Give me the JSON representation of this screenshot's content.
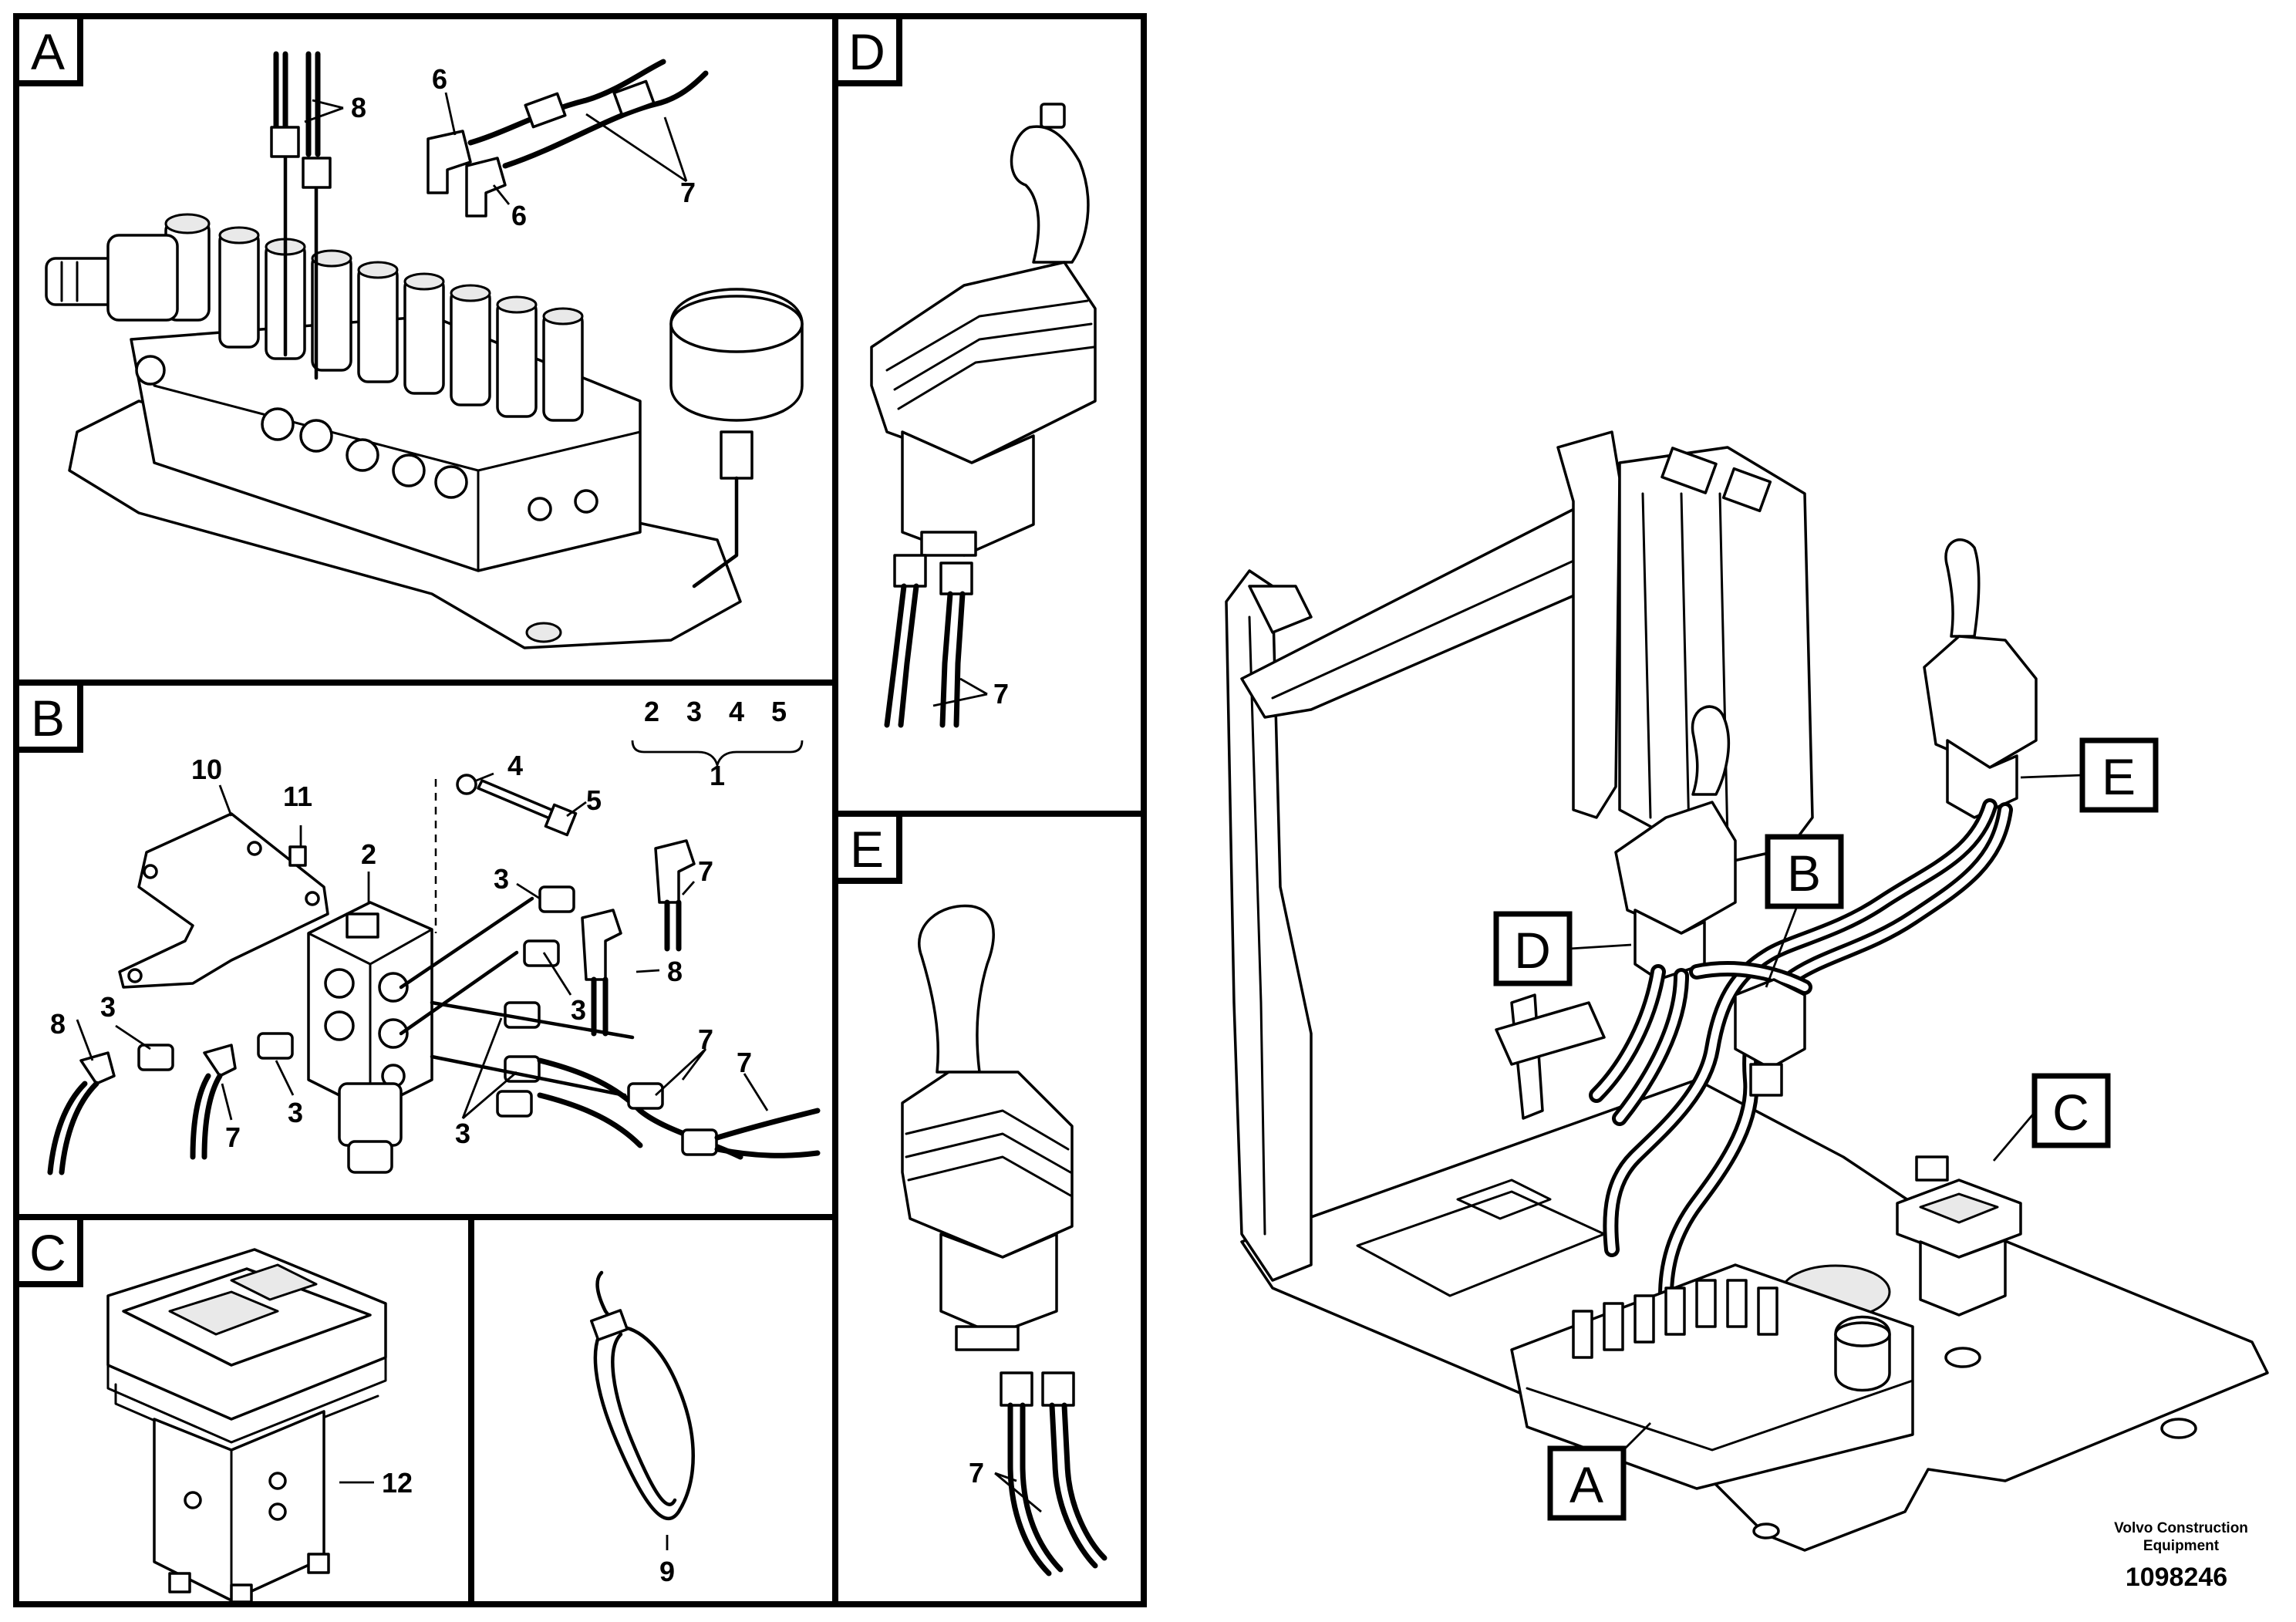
{
  "panels": {
    "A": {
      "tag": "A",
      "callouts": [
        "8",
        "6",
        "6",
        "7"
      ]
    },
    "B": {
      "tag": "B",
      "kit_parts": [
        "2",
        "3",
        "4",
        "5"
      ],
      "kit_number": "1",
      "callouts": [
        "10",
        "11",
        "2",
        "4",
        "5",
        "3",
        "7",
        "3",
        "8",
        "3",
        "8",
        "3",
        "7",
        "3",
        "7",
        "7",
        "3"
      ]
    },
    "C": {
      "tag": "C",
      "callouts": [
        "12"
      ]
    },
    "D": {
      "tag": "D",
      "callouts": [
        "7"
      ]
    },
    "E": {
      "tag": "E",
      "callouts": [
        "7"
      ]
    },
    "tie": {
      "callouts": [
        "9"
      ]
    }
  },
  "overview": {
    "labels": [
      "A",
      "B",
      "C",
      "D",
      "E"
    ]
  },
  "footer": {
    "brand_line1": "Volvo Construction",
    "brand_line2": "Equipment",
    "drawing_number": "1098246"
  }
}
